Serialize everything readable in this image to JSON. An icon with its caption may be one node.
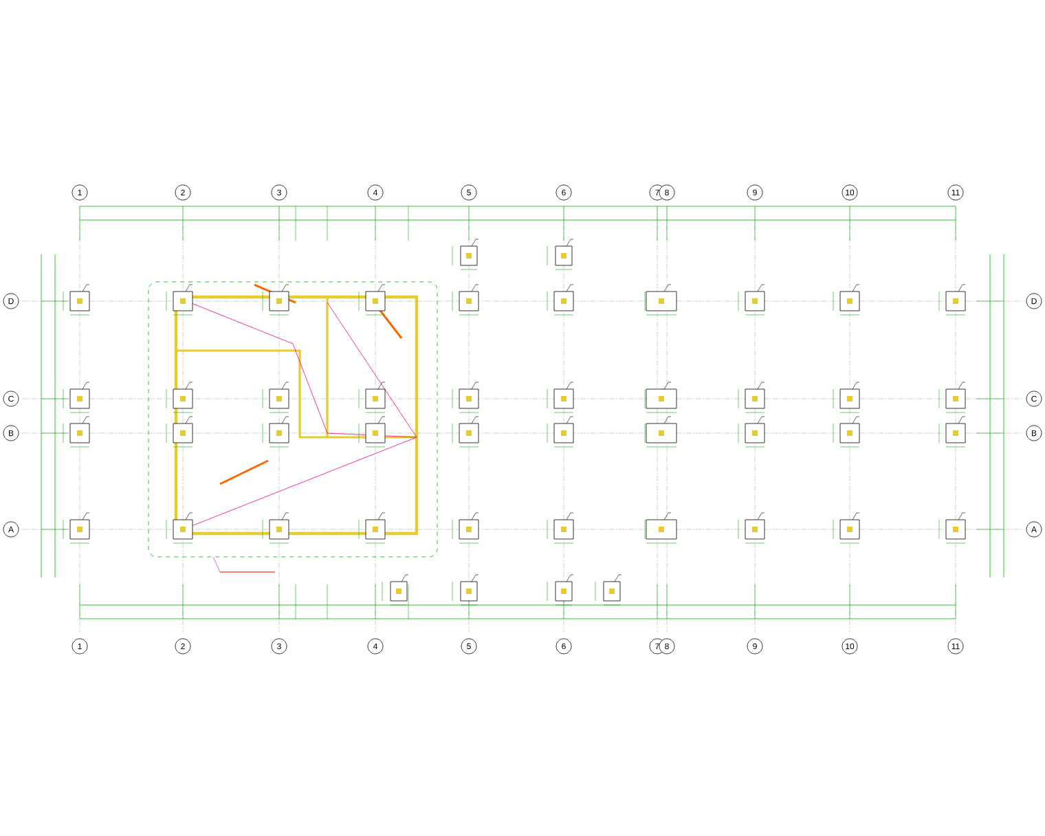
{
  "diagram": {
    "labels": [
      "1",
      "2",
      "3",
      "4",
      "5",
      "6",
      "7",
      "8",
      "9",
      "10",
      "11",
      "D",
      "D",
      "C",
      "C",
      "B",
      "B",
      "A",
      "A",
      "1",
      "2",
      "3",
      "4",
      "5",
      "6",
      "7",
      "8",
      "9",
      "10",
      "11"
    ]
  }
}
